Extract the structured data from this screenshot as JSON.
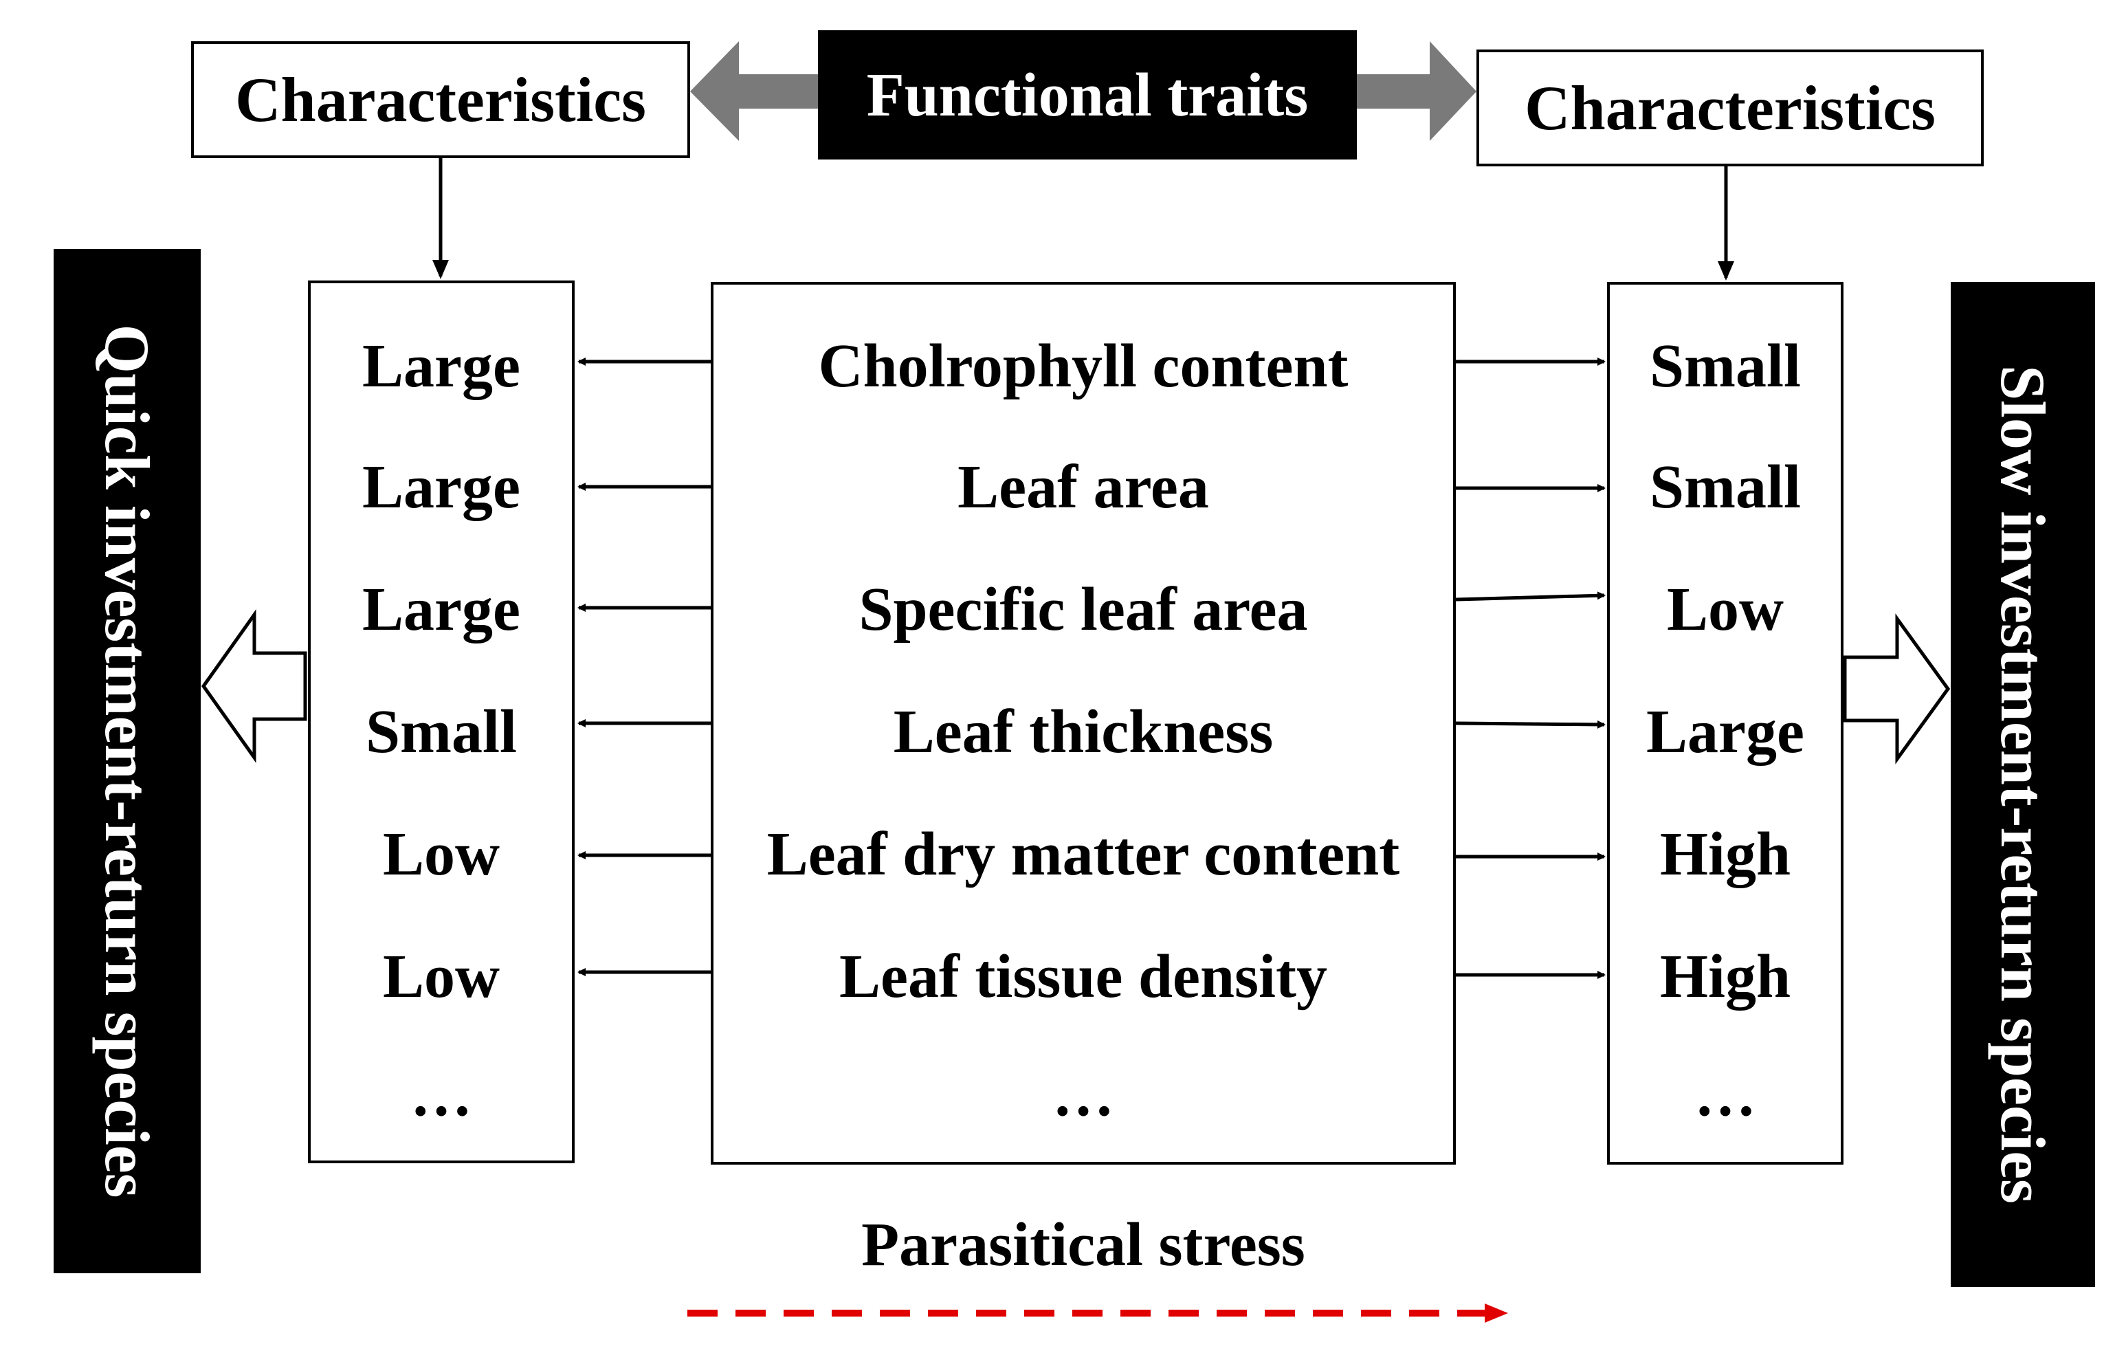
{
  "header": {
    "left_label": "Characteristics",
    "center_label": "Functional traits",
    "right_label": "Characteristics"
  },
  "side": {
    "left_label": "Quick investment-return species",
    "right_label": "Slow investment-return species"
  },
  "traits": [
    "Cholrophyll content",
    "Leaf area",
    "Specific leaf area",
    "Leaf thickness",
    "Leaf dry matter content",
    "Leaf tissue density",
    "…"
  ],
  "quick_values": [
    "Large",
    "Large",
    "Large",
    "Small",
    "Low",
    "Low",
    "…"
  ],
  "slow_values": [
    "Small",
    "Small",
    "Low",
    "Large",
    "High",
    "High",
    "…"
  ],
  "footer": {
    "stress_label": "Parasitical stress"
  },
  "colors": {
    "stress_arrow": "#e00000",
    "block_arrow": "#7a7a7a"
  }
}
